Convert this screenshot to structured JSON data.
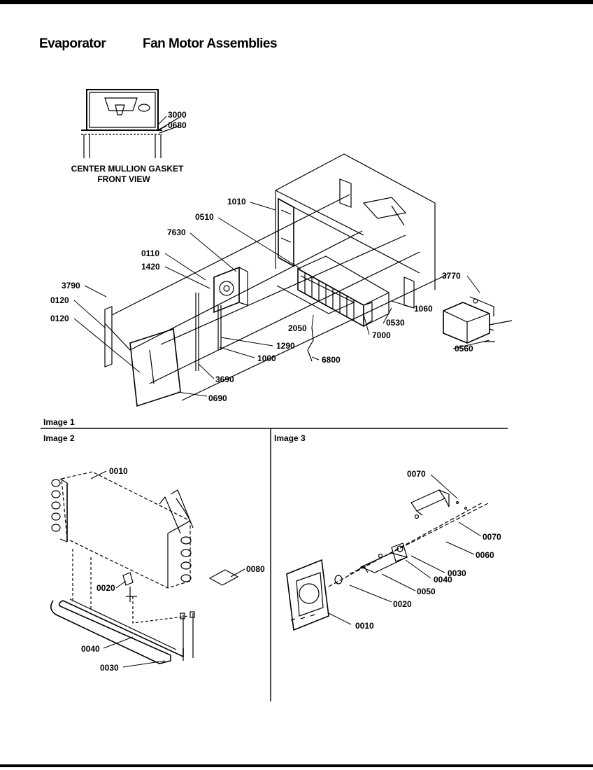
{
  "page": {
    "title_left": "Evaporator",
    "title_right": "Fan Motor Assemblies"
  },
  "inset": {
    "caption_line1": "CENTER MULLION GASKET",
    "caption_line2": "FRONT VIEW",
    "labels": [
      "3000",
      "0680"
    ]
  },
  "main": {
    "labels": [
      "1010",
      "0510",
      "7630",
      "0110",
      "1420",
      "3790",
      "0120",
      "0120",
      "3770",
      "1060",
      "0530",
      "2050",
      "7000",
      "1290",
      "0560",
      "1000",
      "6800",
      "3690",
      "0690"
    ]
  },
  "sections": {
    "image1": "Image 1",
    "image2": "Image 2",
    "image3": "Image 3"
  },
  "image2": {
    "labels": [
      "0010",
      "0020",
      "0080",
      "0040",
      "0030"
    ]
  },
  "image3": {
    "labels": [
      "0070",
      "0070",
      "0060",
      "0030",
      "0040",
      "0050",
      "0020",
      "0010"
    ]
  }
}
